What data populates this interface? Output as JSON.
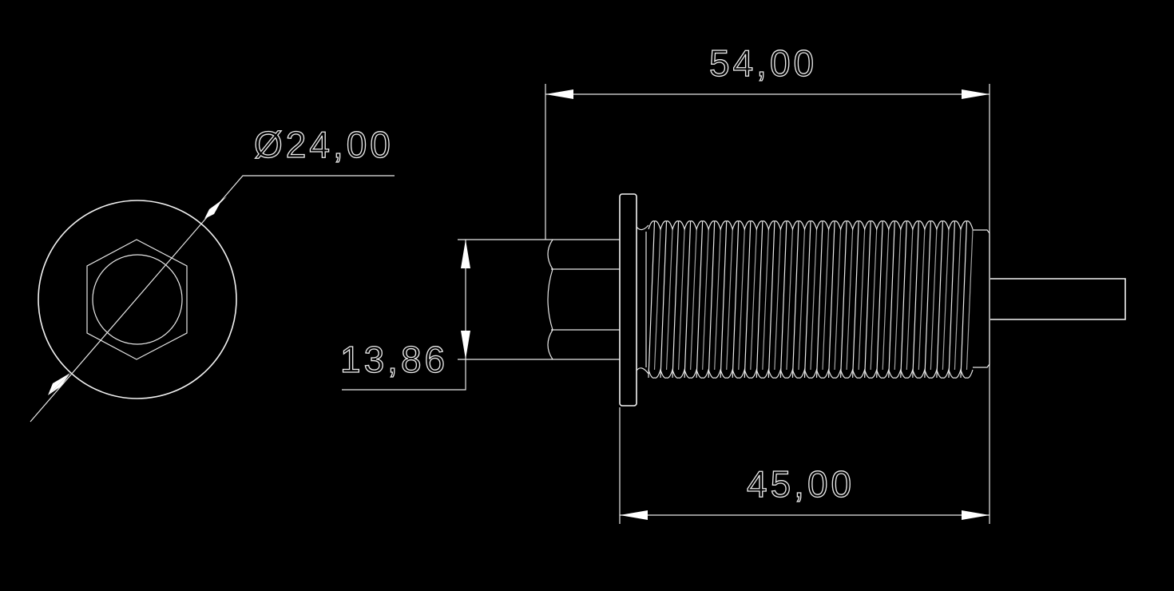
{
  "drawing": {
    "background": "#000000",
    "line_color": "#f2f2f2",
    "dimensions": {
      "diameter": "Ø24,00",
      "overall_length": "54,00",
      "thread_length": "45,00",
      "hex_width": "13,86"
    },
    "thread_crest_count": 27
  }
}
